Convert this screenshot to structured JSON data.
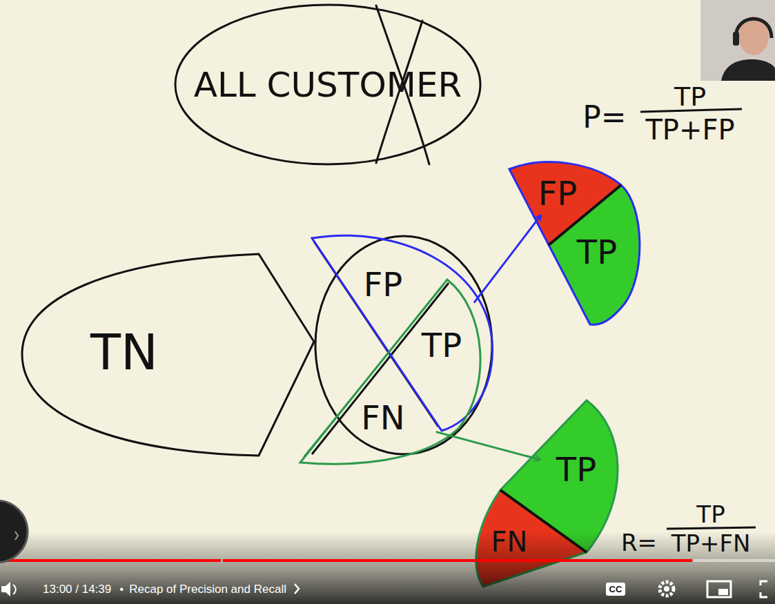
{
  "diagram": {
    "nodes": [
      {
        "text": [
          "ALL CUSTOMER"
        ]
      },
      {
        "text": [
          "TN"
        ]
      },
      {
        "text": [
          "FP"
        ]
      },
      {
        "text": [
          "TP"
        ]
      },
      {
        "text": [
          "FN"
        ]
      },
      {
        "text": [
          "FP"
        ]
      },
      {
        "text": [
          "TP"
        ]
      },
      {
        "text": [
          "TP"
        ]
      },
      {
        "text": [
          "FN"
        ]
      }
    ],
    "edges": [
      {
        "from": 3,
        "to": 5,
        "arrow": "to"
      },
      {
        "from": 4,
        "to": 7,
        "arrow": "to"
      }
    ],
    "labels": [
      "P=",
      "TP",
      "TP+FP",
      "R=",
      "TP",
      "TP+FN",
      "13:00 / 14:39",
      "•",
      "Recap of Precision and Recall",
      "CC"
    ]
  }
}
